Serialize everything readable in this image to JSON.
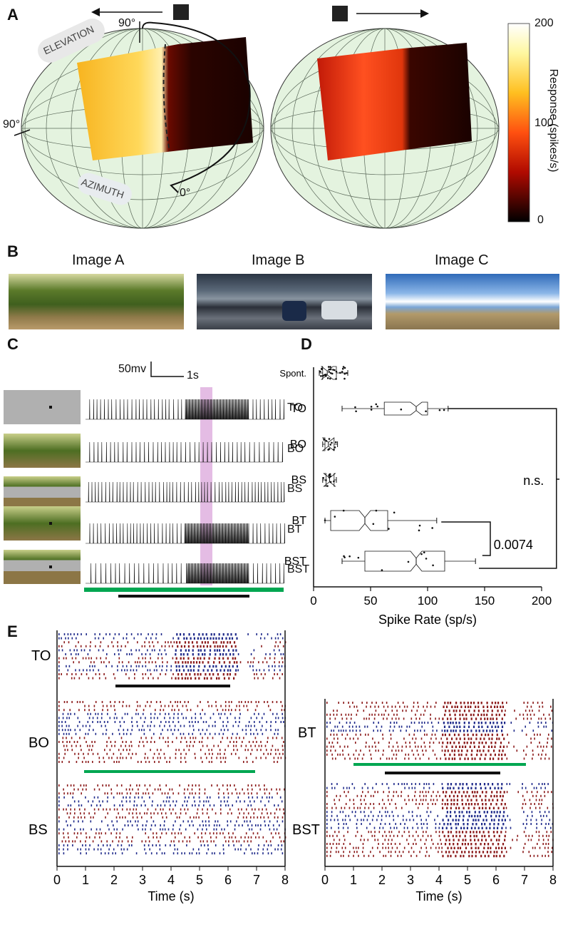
{
  "panelA": {
    "letter": "A",
    "label_90_top": "90°",
    "label_90_left": "90°",
    "label_0": "0°",
    "elevation": "ELEVATION",
    "azimuth": "AZIMUTH",
    "colorbar": {
      "max": "200",
      "mid": "100",
      "min": "0",
      "title": "Response (spikes/s)"
    }
  },
  "panelB": {
    "letter": "B",
    "images": [
      {
        "title": "Image A"
      },
      {
        "title": "Image B"
      },
      {
        "title": "Image C"
      }
    ]
  },
  "panelC": {
    "letter": "C",
    "scale_mv": "50mv",
    "scale_s": "1s",
    "rows": [
      "TO",
      "BO",
      "BS",
      "BT",
      "BST"
    ]
  },
  "panelD": {
    "letter": "D",
    "p_value": "0.0074",
    "ns_label": "n.s.",
    "chart_data": {
      "type": "box",
      "categories": [
        "Spont.",
        "TO",
        "BO",
        "BS",
        "BT",
        "BST"
      ],
      "xlabel": "Spike Rate (sp/s)",
      "xlim": [
        0,
        200
      ],
      "xticks": [
        0,
        50,
        100,
        150,
        200
      ],
      "boxes": [
        {
          "name": "Spont.",
          "min": 5,
          "q1": 8,
          "median": 12,
          "q3": 20,
          "max": 30
        },
        {
          "name": "TO",
          "min": 25,
          "q1": 62,
          "median": 90,
          "q3": 100,
          "max": 118
        },
        {
          "name": "BO",
          "min": 8,
          "q1": 10,
          "median": 13,
          "q3": 18,
          "max": 21
        },
        {
          "name": "BS",
          "min": 8,
          "q1": 11,
          "median": 14,
          "q3": 18,
          "max": 20
        },
        {
          "name": "BT",
          "min": 10,
          "q1": 15,
          "median": 45,
          "q3": 65,
          "max": 108
        },
        {
          "name": "BST",
          "min": 25,
          "q1": 45,
          "median": 90,
          "q3": 115,
          "max": 142
        }
      ]
    }
  },
  "panelE": {
    "letter": "E",
    "xlabel": "Time (s)",
    "xticks": [
      "0",
      "1",
      "2",
      "3",
      "4",
      "5",
      "6",
      "7",
      "8"
    ],
    "left_labels": [
      "TO",
      "BO",
      "BS"
    ],
    "right_labels": [
      "BT",
      "BST"
    ],
    "colors": {
      "red": "#8b1a1a",
      "blue": "#1f2a8a",
      "green": "#00a651",
      "black": "#111111"
    }
  }
}
